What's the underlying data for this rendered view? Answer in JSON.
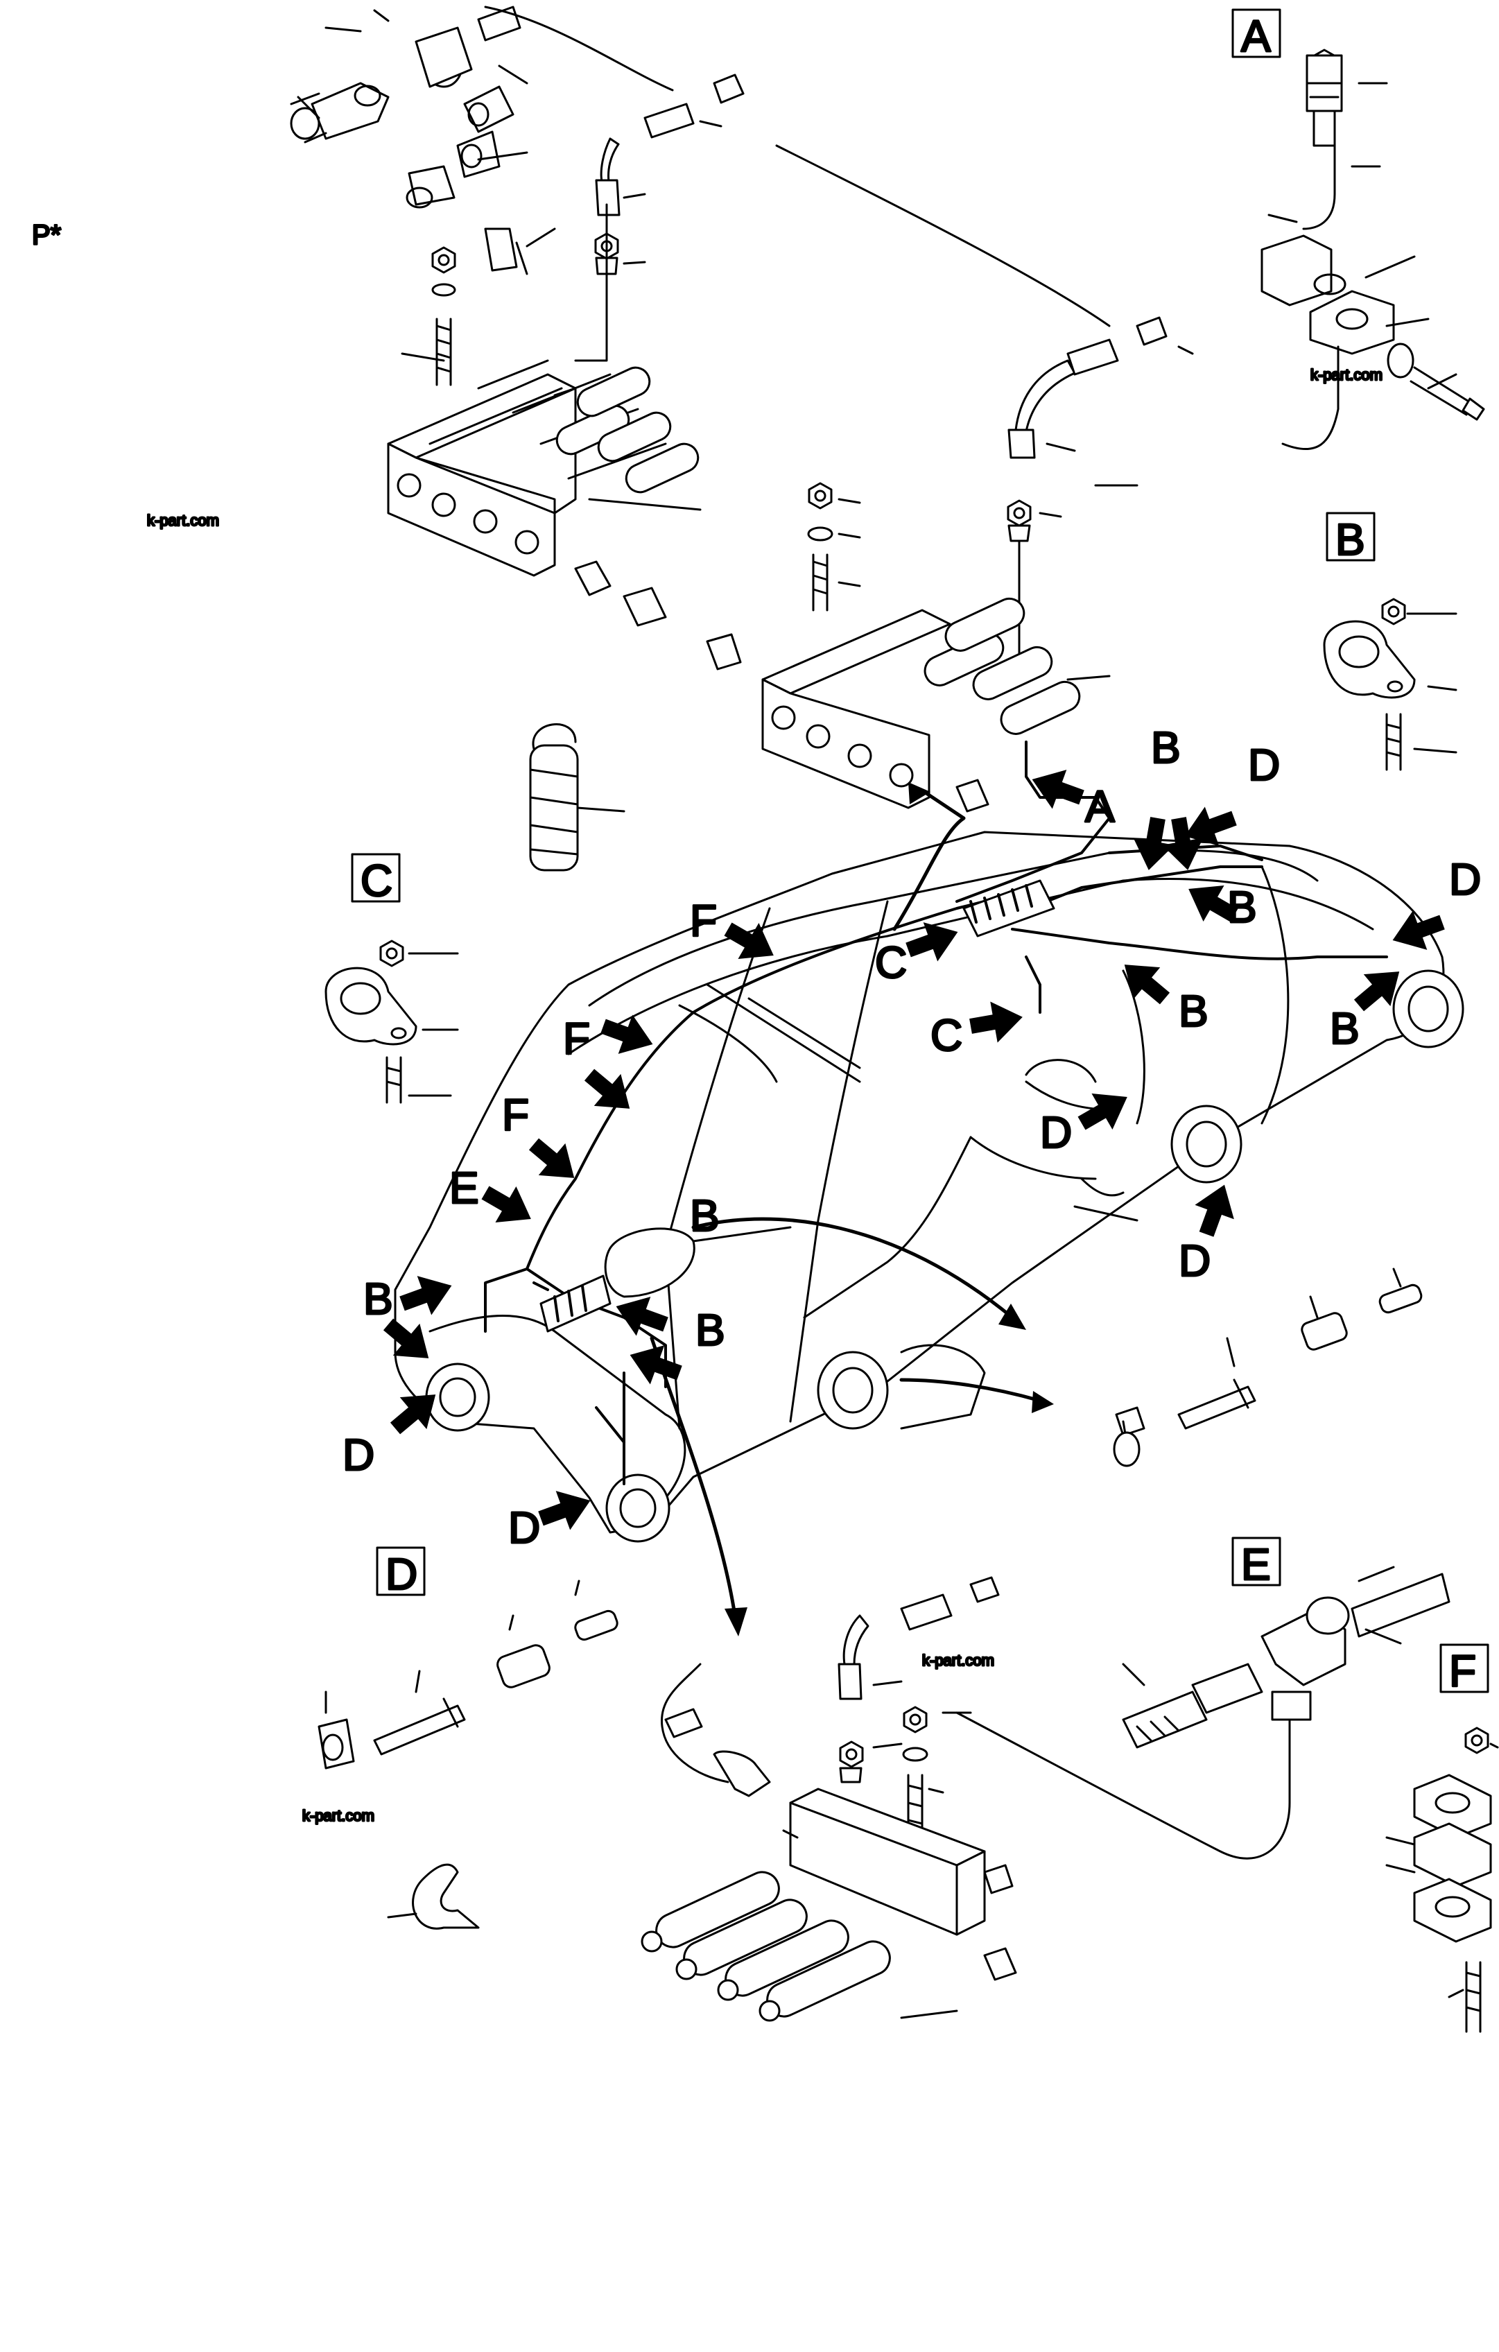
{
  "page": {
    "marker": "P*",
    "watermarks": [
      "k-part.com",
      "k-part.com",
      "k-part.com",
      "k-part.com"
    ]
  },
  "detail_boxes": [
    "A",
    "B",
    "C",
    "D",
    "E",
    "F"
  ],
  "arrow_labels": [
    "A",
    "B",
    "B",
    "D",
    "B",
    "D",
    "B",
    "B",
    "C",
    "C",
    "D",
    "D",
    "F",
    "F",
    "F",
    "F",
    "E",
    "B",
    "B",
    "D",
    "B",
    "B",
    "D"
  ]
}
